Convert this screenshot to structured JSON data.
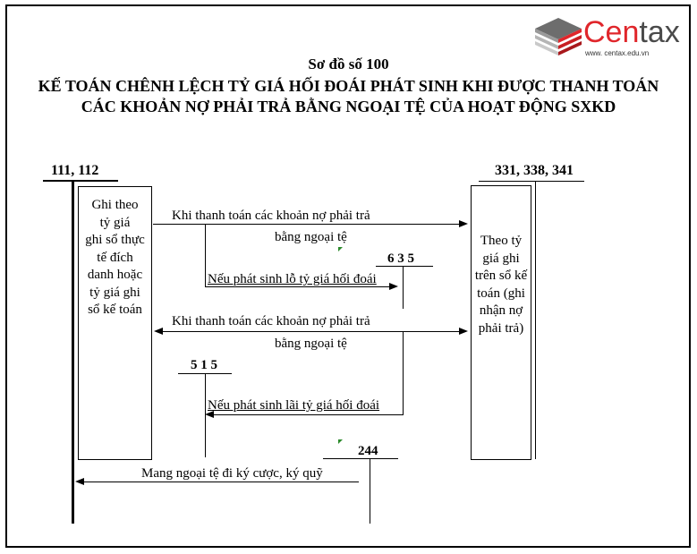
{
  "logo": {
    "brand_prefix": "Cen",
    "brand_suffix": "tax",
    "url": "www. centax.edu.vn",
    "colors": {
      "red": "#e0262b",
      "gray": "#4a4a4a"
    }
  },
  "header": {
    "subtitle": "Sơ đồ số 100",
    "title_line1": "KẾ TOÁN CHÊNH LỆCH TỶ GIÁ HỐI ĐOÁI PHÁT SINH KHI ĐƯỢC THANH TOÁN",
    "title_line2": "CÁC KHOẢN NỢ PHẢI TRẢ BẰNG NGOẠI TỆ CỦA HOẠT ĐỘNG SXKD"
  },
  "accounts": {
    "cash": "111, 112",
    "payables": "331, 338, 341",
    "loss": "6 3 5",
    "gain": "5 1 5",
    "deposit": "244"
  },
  "boxes": {
    "left_lines": [
      "Ghi theo",
      "tỷ giá",
      "ghi sổ thực",
      "tế đích",
      "danh hoặc",
      "tỷ giá ghi",
      "sổ kế toán"
    ],
    "right_lines": [
      "Theo tỷ",
      "giá ghi",
      "trên sổ kế",
      "toán (ghi",
      "nhận nợ",
      "phải trả)"
    ]
  },
  "flows": {
    "pay1_line1": "Khi thanh toán các khoản nợ phải trả",
    "pay1_line2": "bằng ngoại tệ",
    "loss_label": "Nếu phát sinh lỗ tỷ giá hối đoái",
    "pay2_line1": "Khi thanh toán các khoản nợ phải trả",
    "pay2_line2": "bằng ngoại tệ",
    "gain_label": "Nếu phát sinh lãi tỷ giá hối đoái",
    "deposit_label": "Mang ngoại tệ đi ký cược, ký quỹ"
  }
}
